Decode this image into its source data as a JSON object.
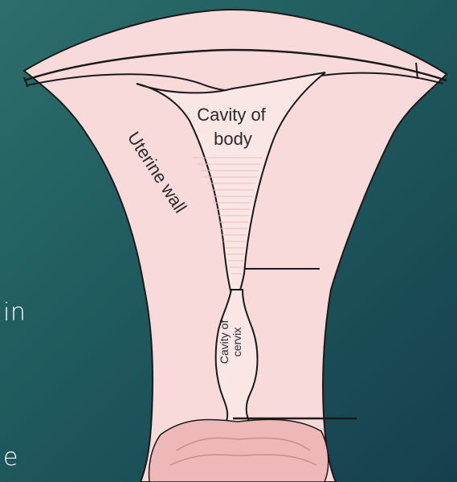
{
  "slide": {
    "text_fragment_1": "in",
    "text_fragment_2": "e"
  },
  "diagram": {
    "labels": {
      "cavity_of_body_line1": "Cavity of",
      "cavity_of_body_line2": "body",
      "uterine_wall": "Uterine wall",
      "cavity_of_cervix_line1": "Cavity of",
      "cavity_of_cervix_line2": "cervix"
    },
    "colors": {
      "tissue": "#f8dada",
      "cervix_tissue": "#eeb8b8",
      "outline": "#1a1a1a"
    }
  }
}
